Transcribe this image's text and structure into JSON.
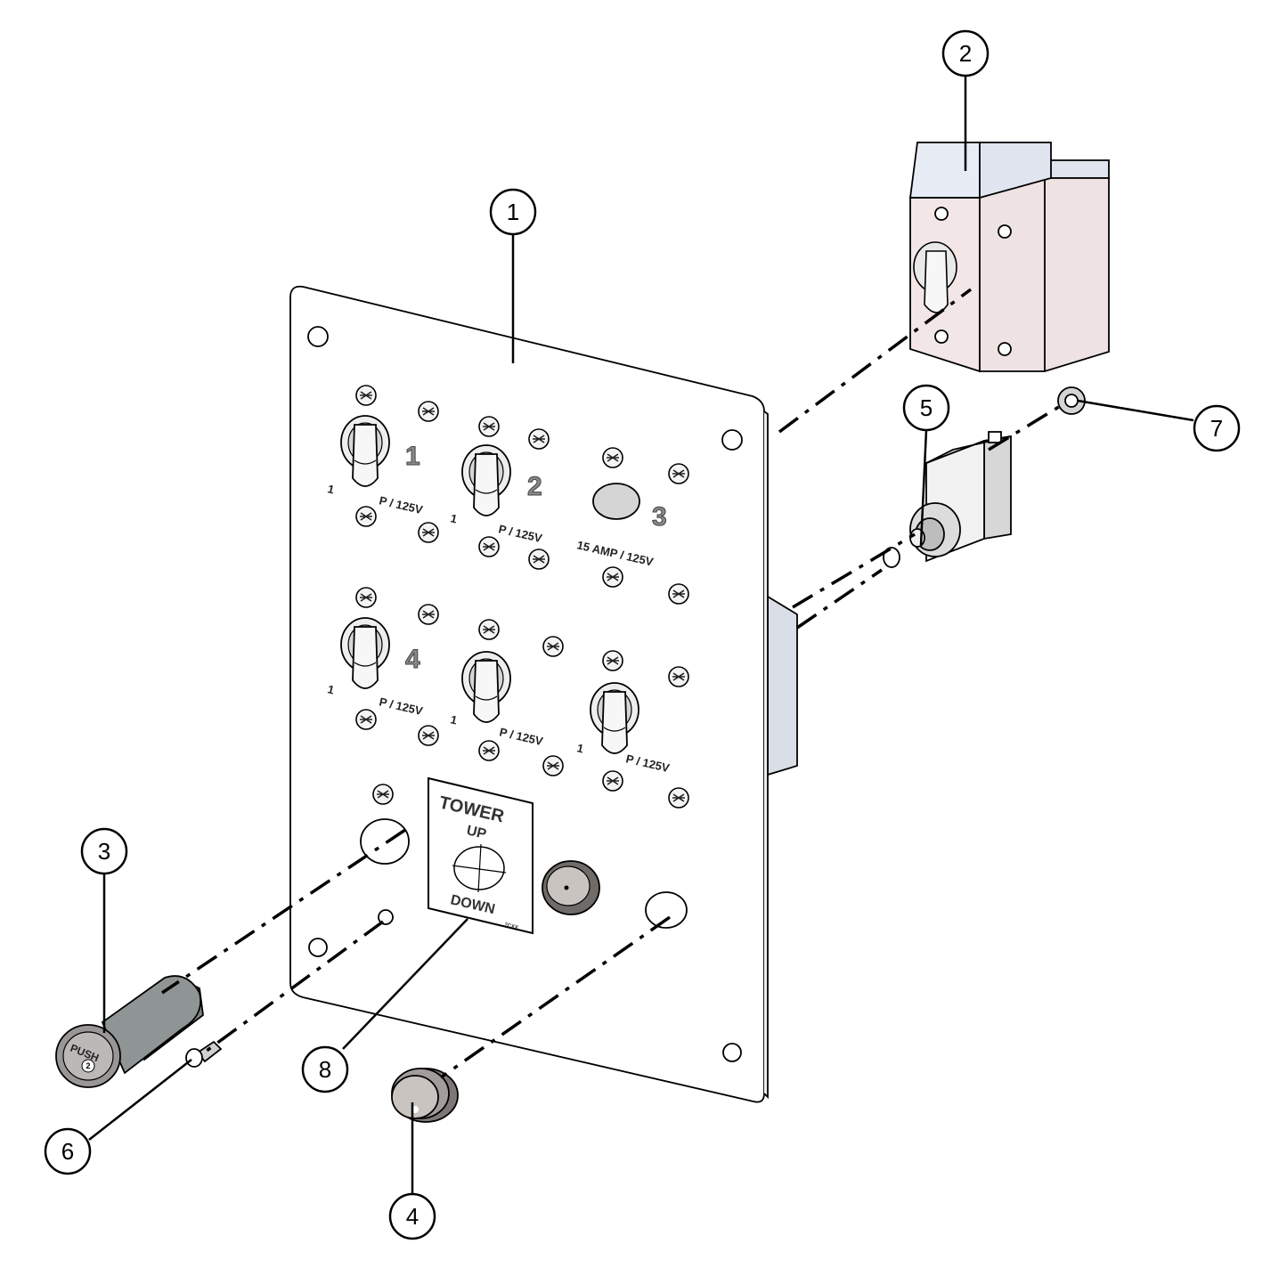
{
  "callouts": [
    {
      "id": "1",
      "label": "1"
    },
    {
      "id": "2",
      "label": "2"
    },
    {
      "id": "3",
      "label": "3"
    },
    {
      "id": "4",
      "label": "4"
    },
    {
      "id": "5",
      "label": "5"
    },
    {
      "id": "6",
      "label": "6"
    },
    {
      "id": "7",
      "label": "7"
    },
    {
      "id": "8",
      "label": "8"
    }
  ],
  "panel": {
    "switch_numbers": [
      "1",
      "2",
      "3",
      "4"
    ],
    "rating_label": "15 AMP / 125V",
    "rating_partial_a": "1",
    "rating_partial_b": "P / 125V",
    "placard": {
      "title": "TOWER",
      "up": "UP",
      "down": "DOWN",
      "small_mark": "7CXX"
    }
  },
  "fuse_holder": {
    "cap_text": "PUSH",
    "cap_number": "2"
  },
  "colors": {
    "panel_fill": "#ffffff",
    "breaker_top": "#e8ecf5",
    "breaker_side": "#f3e6e6",
    "fuse_body": "#8a8f8f",
    "knob": "#b5b0ac"
  }
}
